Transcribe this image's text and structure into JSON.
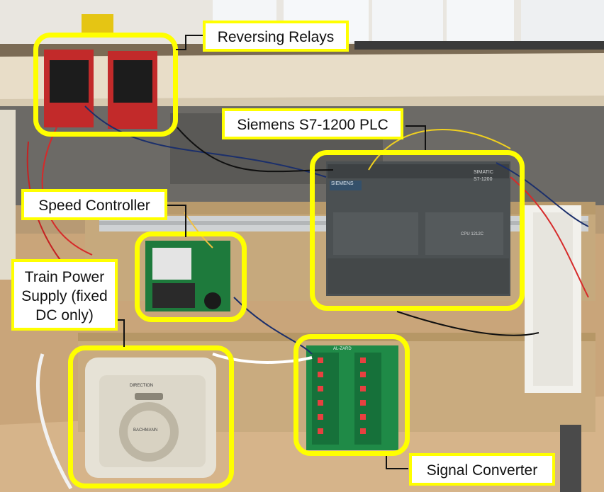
{
  "photo": {
    "labels": {
      "reversing_relays": "Reversing Relays",
      "plc": "Siemens S7-1200 PLC",
      "speed_controller": "Speed Controller",
      "power_supply_line1": "Train Power",
      "power_supply_line2": "Supply (fixed",
      "power_supply_line3": "DC only)",
      "signal_converter": "Signal Converter"
    },
    "device_text": {
      "plc_brand": "SIEMENS",
      "plc_model_line1": "SIMATIC",
      "plc_model_line2": "S7-1200",
      "plc_cpu": "CPU 1212C",
      "dial_label": "DIRECTION",
      "dial_brand": "BACHMANN",
      "converter_brand": "AL-ZARD"
    },
    "highlight_color": "#ffff00"
  }
}
